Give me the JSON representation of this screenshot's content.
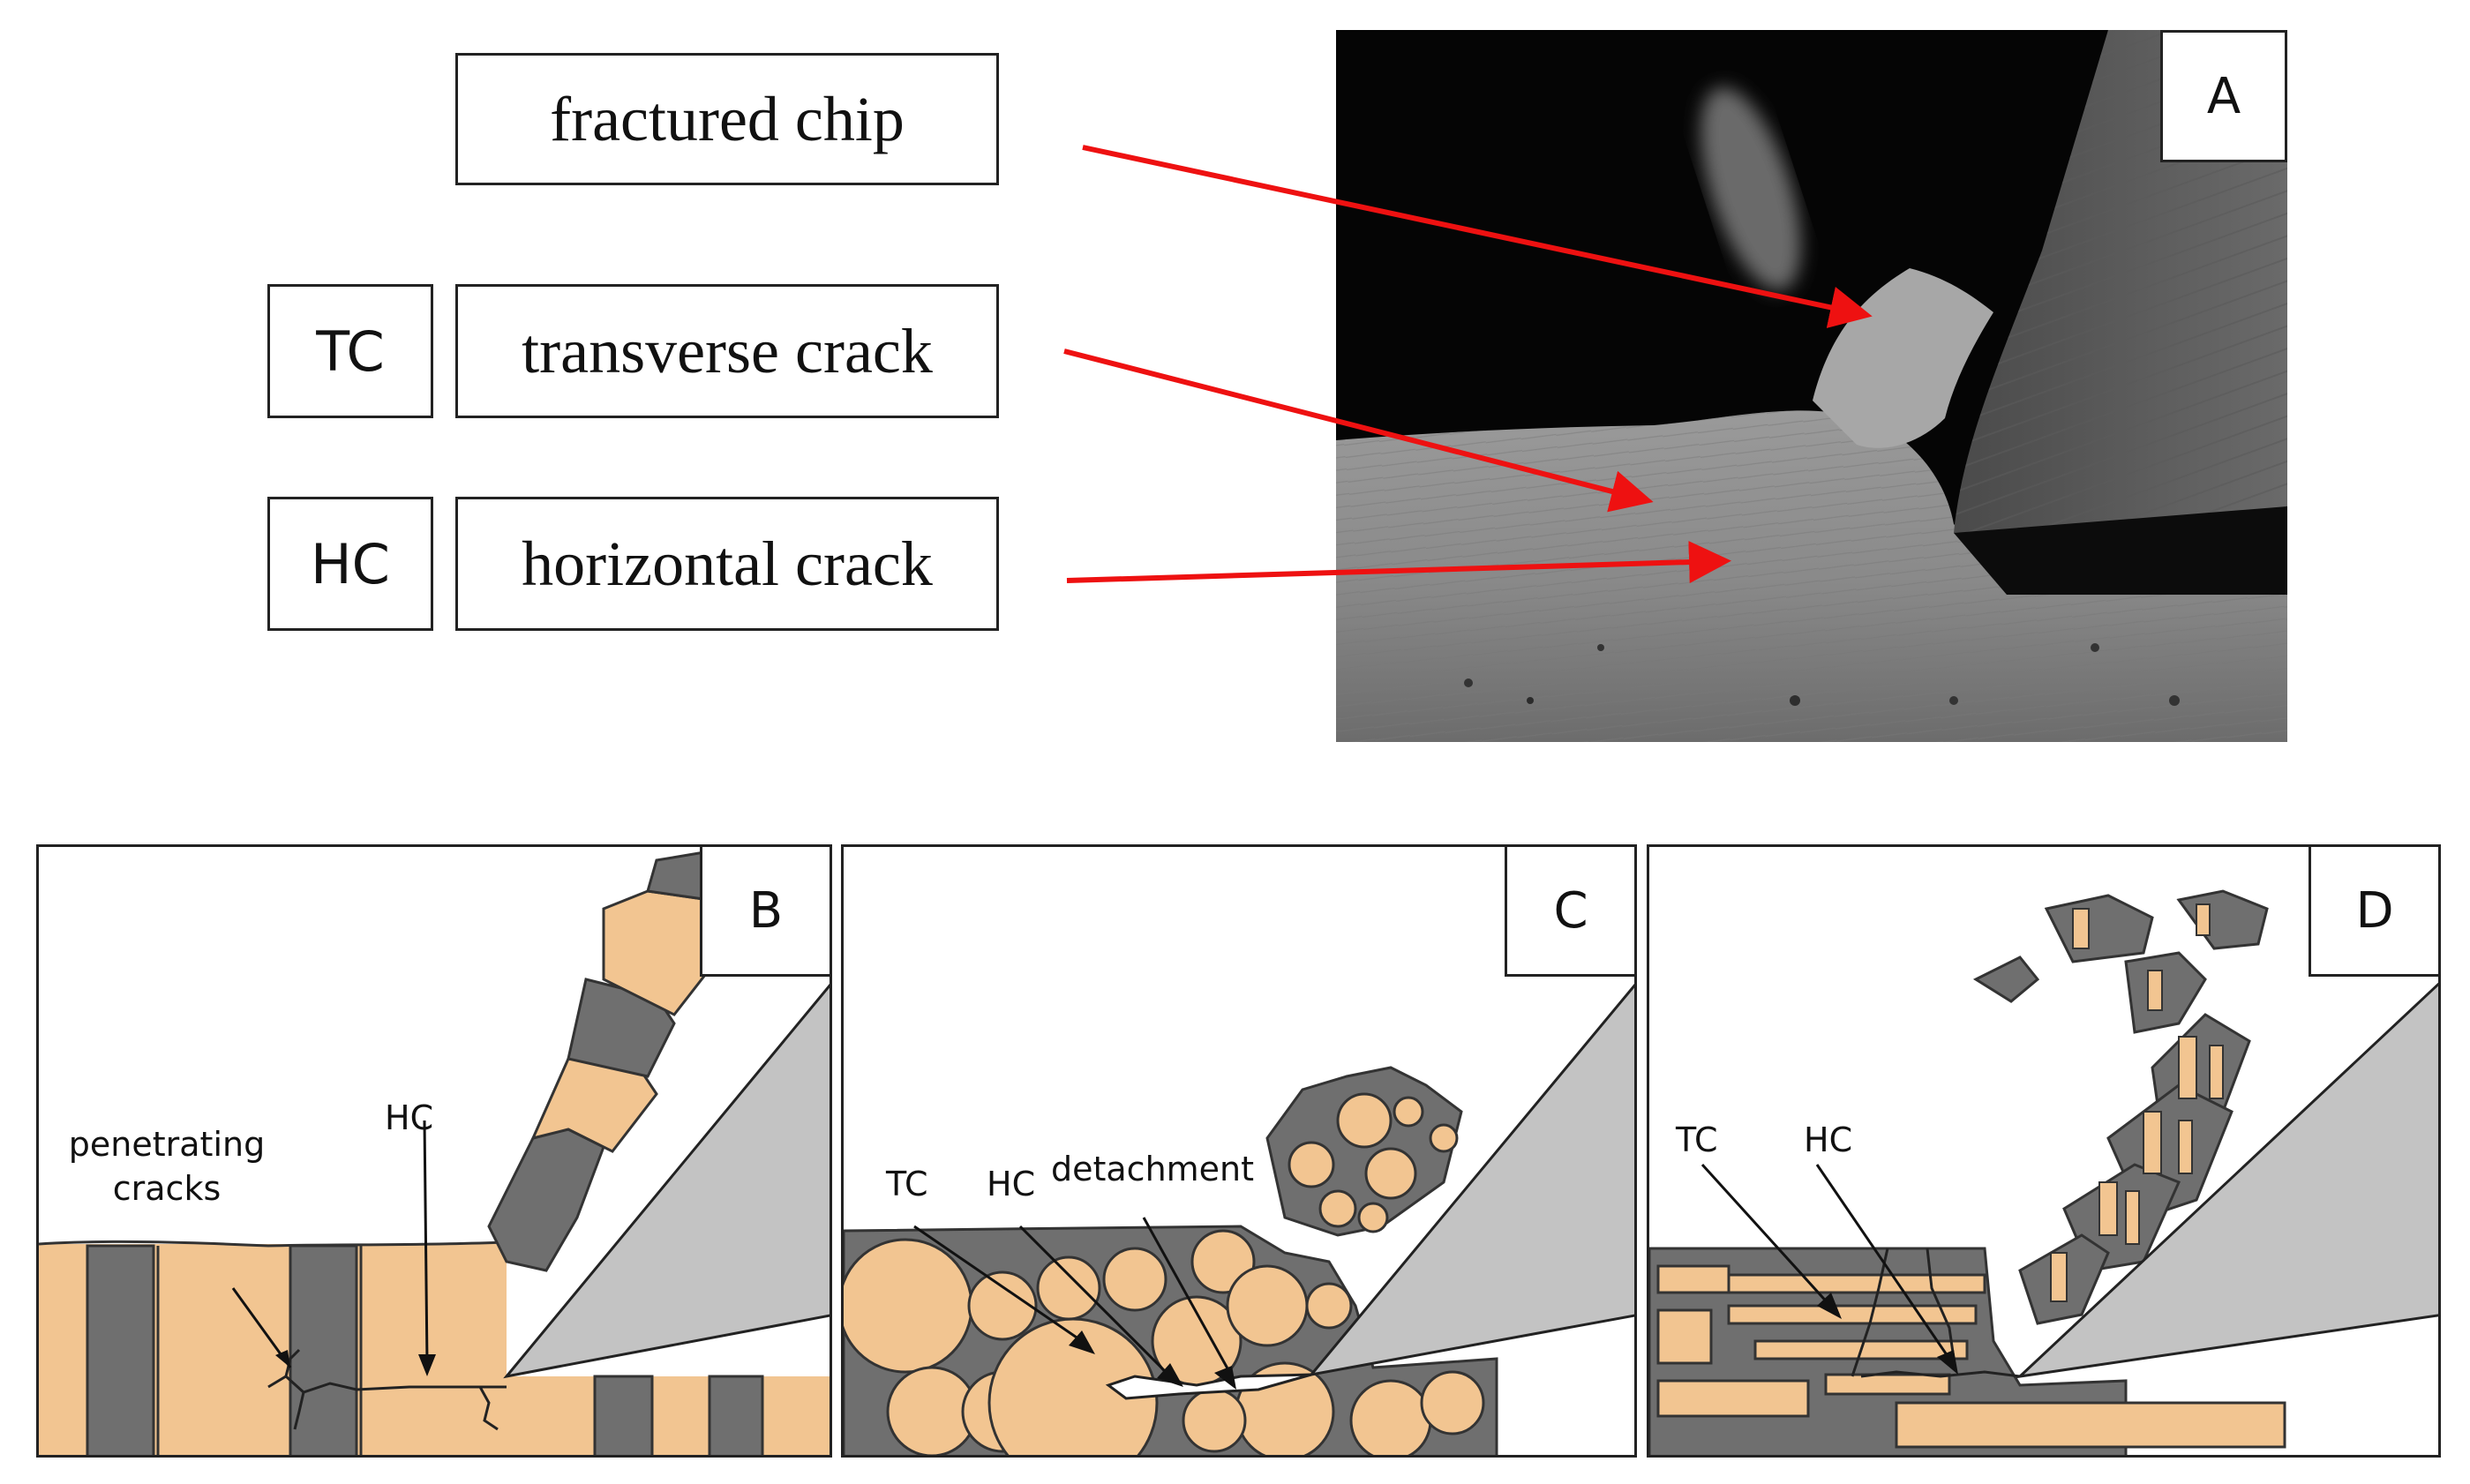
{
  "legend": {
    "fractured_chip": "fractured chip",
    "transverse_crack": "transverse crack",
    "horizontal_crack": "horizontal crack",
    "tc_abbr": "TC",
    "hc_abbr": "HC"
  },
  "photo": {
    "letter": "A"
  },
  "panel_b": {
    "letter": "B",
    "penetrating_line1": "penetrating",
    "penetrating_line2": "cracks",
    "hc_label": "HC"
  },
  "panel_c": {
    "letter": "C",
    "tc_label": "TC",
    "hc_label": "HC",
    "detachment_label": "detachment"
  },
  "panel_d": {
    "letter": "D",
    "tc_label": "TC",
    "hc_label": "HC"
  },
  "colors": {
    "wood": "#f2c591",
    "dark": "#6f6f6f",
    "tool": "#c3c3c3",
    "arrow": "#ee1111",
    "line": "#222222"
  }
}
